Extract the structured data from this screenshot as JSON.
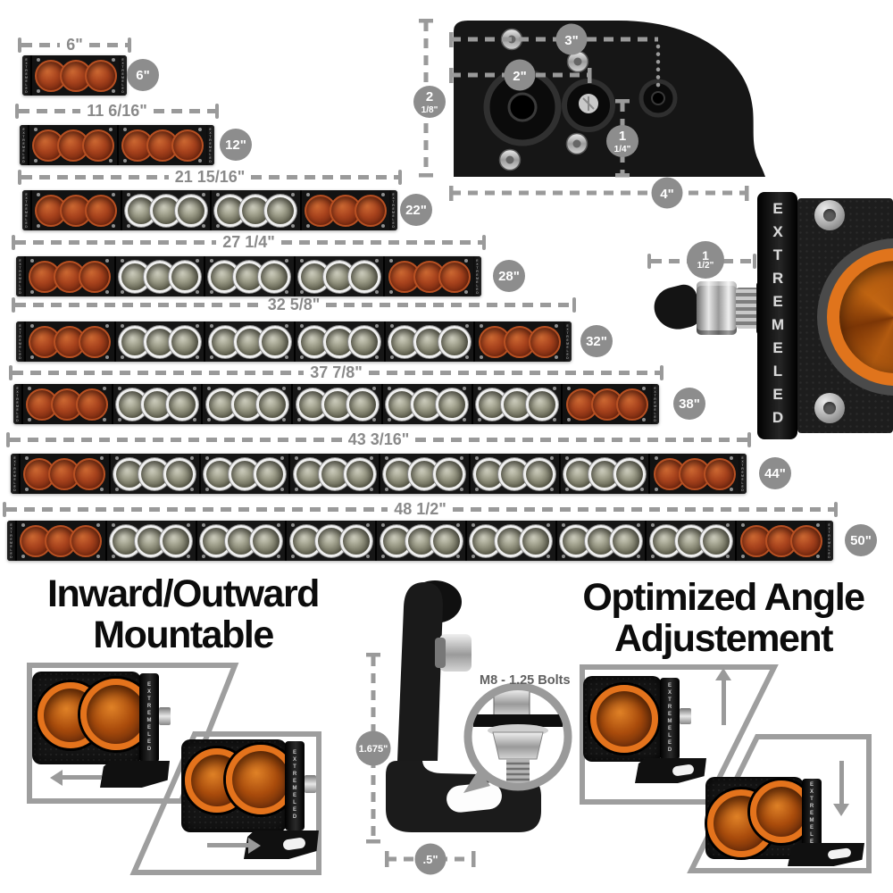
{
  "brand": {
    "name": "ExtremeLED",
    "vertical": "EXTREMELED"
  },
  "light_bars": [
    {
      "dimension": "6\"",
      "badge": "6\"",
      "segments": [
        "amber"
      ]
    },
    {
      "dimension": "11 6/16\"",
      "badge": "12\"",
      "segments": [
        "amber",
        "amber"
      ]
    },
    {
      "dimension": "21 15/16\"",
      "badge": "22\"",
      "segments": [
        "amber",
        "white",
        "white",
        "amber"
      ]
    },
    {
      "dimension": "27 1/4\"",
      "badge": "28\"",
      "segments": [
        "amber",
        "white",
        "white",
        "white",
        "amber"
      ]
    },
    {
      "dimension": "32 5/8\"",
      "badge": "32\"",
      "segments": [
        "amber",
        "white",
        "white",
        "white",
        "white",
        "amber"
      ]
    },
    {
      "dimension": "37 7/8\"",
      "badge": "38\"",
      "segments": [
        "amber",
        "white",
        "white",
        "white",
        "white",
        "white",
        "amber"
      ]
    },
    {
      "dimension": "43 3/16\"",
      "badge": "44\"",
      "segments": [
        "amber",
        "white",
        "white",
        "white",
        "white",
        "white",
        "white",
        "amber"
      ]
    },
    {
      "dimension": "48 1/2\"",
      "badge": "50\"",
      "segments": [
        "amber",
        "white",
        "white",
        "white",
        "white",
        "white",
        "white",
        "white",
        "amber"
      ]
    }
  ],
  "end_bracket": {
    "width_top": "3\"",
    "width_mid": "2\"",
    "height_whole": "2",
    "height_fraction": "1/8\"",
    "offset_whole": "1",
    "offset_fraction": "1/4\"",
    "width_bottom": "4\""
  },
  "side_view": {
    "clearance_whole": "1",
    "clearance_fraction": "1/2\""
  },
  "features": {
    "mounting": {
      "line1": "Inward/Outward",
      "line2": "Mountable"
    },
    "angle": {
      "line1": "Optimized Angle",
      "line2": "Adjustement"
    }
  },
  "foot_bracket": {
    "height": "1.675\"",
    "width": ".5\"",
    "bolt_label": "M8 - 1.25 Bolts"
  },
  "colors": {
    "amber": "#e0741c",
    "badge_gray": "#8d8d8d",
    "dim_gray": "#9a9a9a"
  }
}
